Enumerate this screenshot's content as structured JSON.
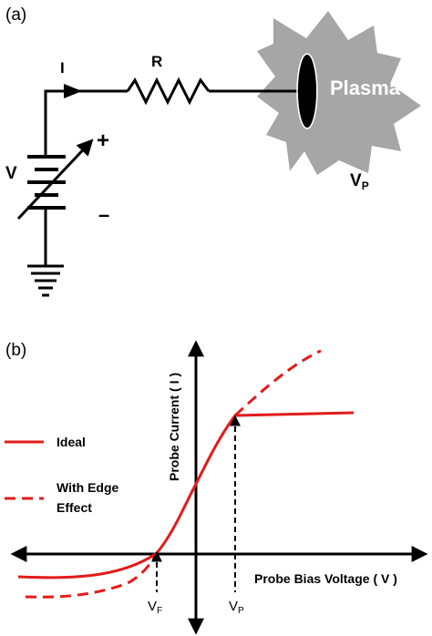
{
  "panel_a": {
    "label": "(a)",
    "current_label": "I",
    "resistor_label": "R",
    "source_label": "V",
    "plus_sign": "+",
    "minus_sign": "–",
    "plasma_label": "Plasma",
    "plasma_potential": {
      "main": "V",
      "sub": "P"
    },
    "colors": {
      "plasma_fill": "#a6a6a6",
      "probe_fill": "#000000",
      "wire": "#000000"
    }
  },
  "panel_b": {
    "label": "(b)",
    "y_axis_label": "Probe Current ( I )",
    "x_axis_label": "Probe Bias Voltage ( V )",
    "floating_potential": {
      "main": "V",
      "sub": "F"
    },
    "plasma_potential": {
      "main": "V",
      "sub": "P"
    },
    "legend": {
      "ideal": "Ideal",
      "edge_line1": "With Edge",
      "edge_line2": "Effect"
    },
    "colors": {
      "curve": "#e31b1b",
      "axes": "#000000"
    }
  }
}
